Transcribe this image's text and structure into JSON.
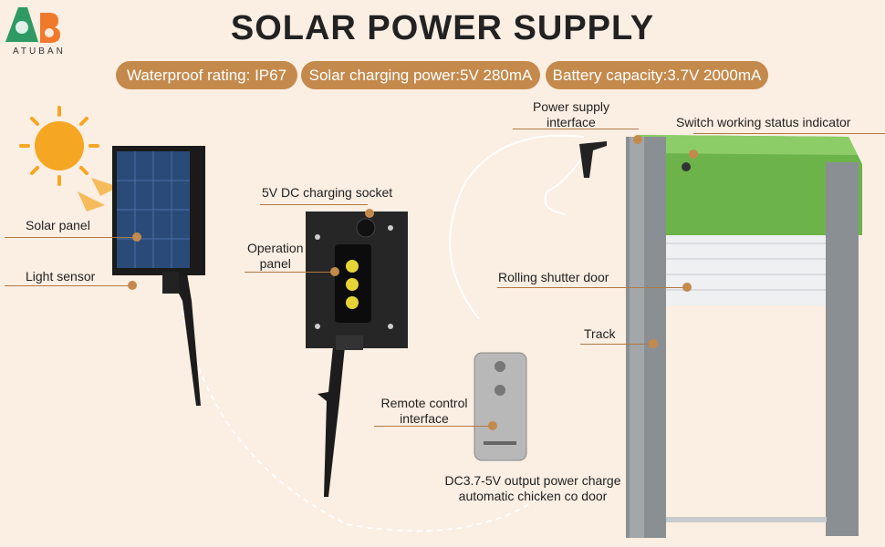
{
  "brand": {
    "name": "ATUBAN",
    "colors": {
      "green": "#2f9a63",
      "orange": "#f07a2c"
    }
  },
  "title": "SOLAR POWER SUPPLY",
  "specs": [
    "Waterproof rating: IP67",
    "Solar charging power:5V 280mA",
    "Battery capacity:3.7V 2000mA"
  ],
  "labels": {
    "solar_panel": "Solar panel",
    "light_sensor": "Light sensor",
    "charging_socket": "5V DC charging socket",
    "operation_panel": [
      "Operation",
      "panel"
    ],
    "remote_interface": [
      "Remote control",
      "interface"
    ],
    "output": [
      "DC3.7-5V output power charge",
      "automatic chicken co door"
    ],
    "power_interface": [
      "Power supply",
      "interface"
    ],
    "status_indicator": "Switch working status indicator",
    "shutter": "Rolling shutter door",
    "track": "Track"
  },
  "colors": {
    "accent": "#c48a4c",
    "background": "#fbeee2",
    "door_green": "#6cb34a"
  }
}
